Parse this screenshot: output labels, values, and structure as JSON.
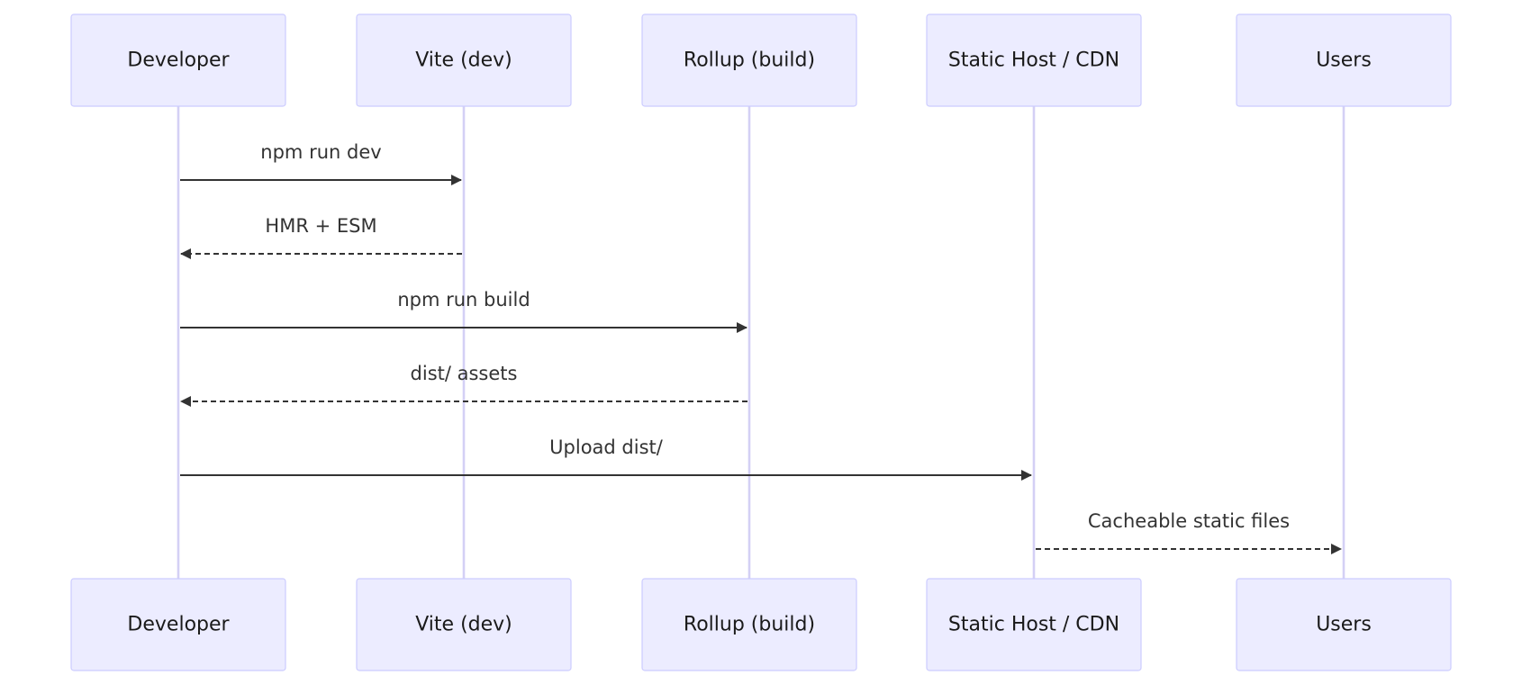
{
  "participants": [
    {
      "id": "developer",
      "label": "Developer"
    },
    {
      "id": "vite",
      "label": "Vite (dev)"
    },
    {
      "id": "rollup",
      "label": "Rollup (build)"
    },
    {
      "id": "host",
      "label": "Static Host / CDN"
    },
    {
      "id": "users",
      "label": "Users"
    }
  ],
  "messages": [
    {
      "from": "developer",
      "to": "vite",
      "label": "npm run dev",
      "style": "solid"
    },
    {
      "from": "vite",
      "to": "developer",
      "label": "HMR + ESM",
      "style": "dashed"
    },
    {
      "from": "developer",
      "to": "rollup",
      "label": "npm run build",
      "style": "solid"
    },
    {
      "from": "rollup",
      "to": "developer",
      "label": "dist/ assets",
      "style": "dashed"
    },
    {
      "from": "developer",
      "to": "host",
      "label": "Upload dist/",
      "style": "solid"
    },
    {
      "from": "host",
      "to": "users",
      "label": "Cacheable static files",
      "style": "dashed"
    }
  ],
  "colors": {
    "actor_fill": "#ECECFF",
    "actor_border": "#CCCCFF",
    "lifeline": "#D4D0F5",
    "arrow": "#333333"
  }
}
